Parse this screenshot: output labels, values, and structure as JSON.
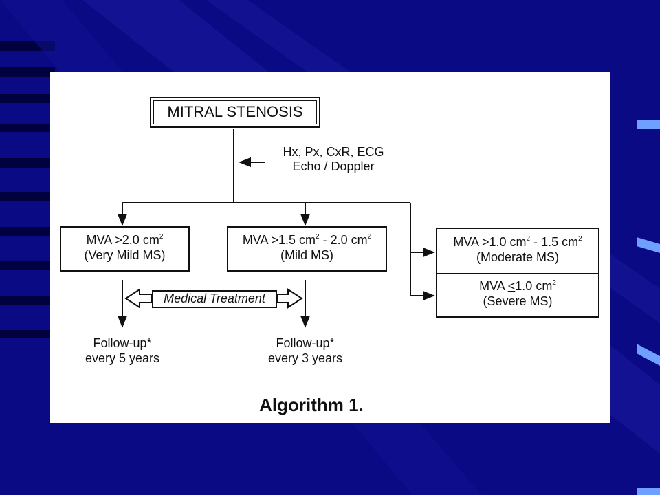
{
  "slide": {
    "background_color": "#0a0a84",
    "panel_color": "#ffffff",
    "caption": "Algorithm 1."
  },
  "diagram": {
    "root": {
      "label": "MITRAL STENOSIS"
    },
    "workup": {
      "line1": "Hx, Px, CxR, ECG",
      "line2": "Echo / Doppler"
    },
    "very_mild": {
      "prefix": "MVA >2.0 cm",
      "sup": "2",
      "suffix": "",
      "line2": "(Very Mild MS)"
    },
    "mild": {
      "prefix": "MVA >1.5 cm",
      "sup1": "2",
      "mid": " - 2.0 cm",
      "sup2": "2",
      "line2": "(Mild MS)"
    },
    "moderate": {
      "prefix": "MVA >1.0 cm",
      "sup1": "2",
      "mid": " - 1.5 cm",
      "sup2": "2",
      "line2": "(Moderate MS)"
    },
    "severe": {
      "prefix": "MVA ",
      "underlined": "<",
      "rest": "1.0 cm",
      "sup": "2",
      "line2": "(Severe MS)"
    },
    "treatment": {
      "label": "Medical Treatment"
    },
    "followup_5": {
      "line1": "Follow-up*",
      "line2": "every 5 years"
    },
    "followup_3": {
      "line1": "Follow-up*",
      "line2": "every 3 years"
    }
  }
}
